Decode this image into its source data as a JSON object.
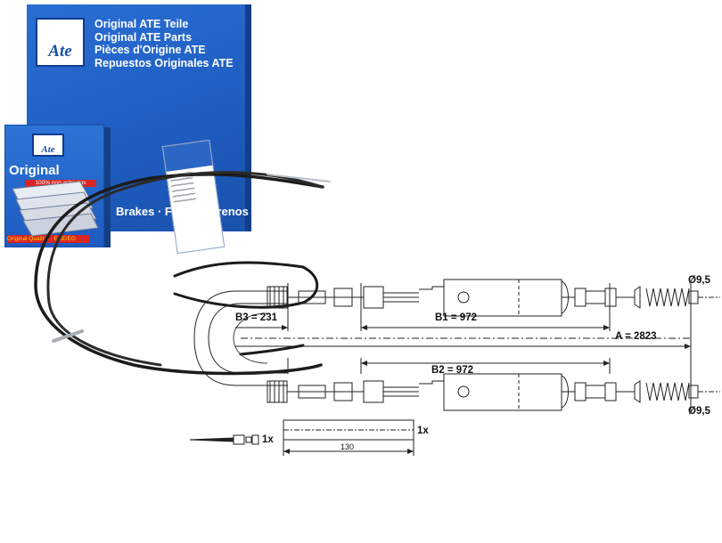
{
  "box": {
    "logo_text": "Ate",
    "lines": [
      "Original ATE Teile",
      "Original ATE Parts",
      "Pièces d'Origine ATE",
      "Repuestos Originales ATE"
    ]
  },
  "pad_box": {
    "logo_text": "Ate",
    "title": "Original",
    "asbestos": "100% non asbestos",
    "quality": "Original Qualität · ECE/EG"
  },
  "strip": {
    "text": "Brakes · Freins · Frenos"
  },
  "drawing": {
    "dia_top": "Ø9,5",
    "dia_bottom": "Ø9,5",
    "b3": "B3 = 231",
    "b1": "B1 = 972",
    "b2": "B2 = 972",
    "a": "A = 2823",
    "clip_qty": "1x",
    "tie_qty": "1x",
    "clip_len": "130"
  }
}
